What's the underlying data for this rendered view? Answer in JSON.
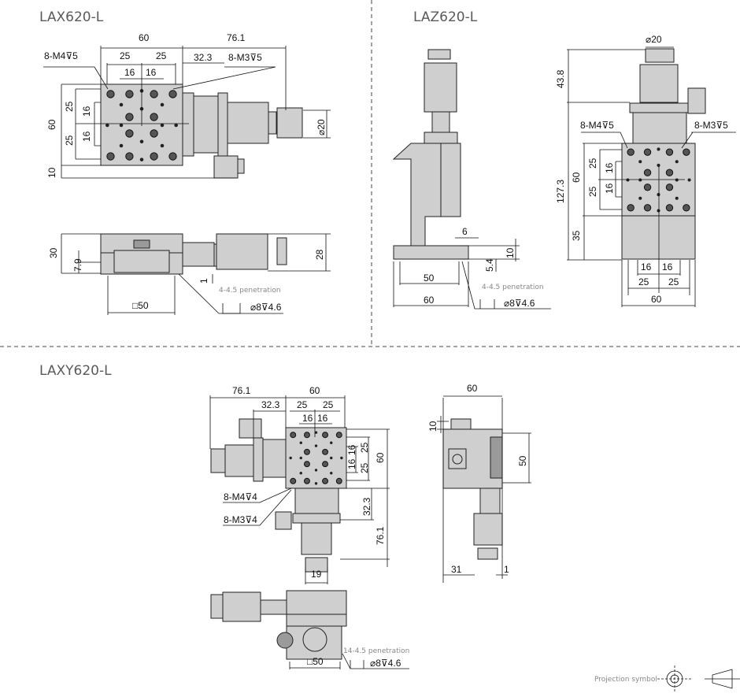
{
  "titles": {
    "lax": "LAX620-L",
    "laz": "LAZ620-L",
    "laxy": "LAXY620-L"
  },
  "lax_top": {
    "w60": "60",
    "w761": "76.1",
    "w25a": "25",
    "w25b": "25",
    "w323": "32.3",
    "m4": "8-M4⊽5",
    "m3": "8-M3⊽5",
    "w16a": "16",
    "w16b": "16",
    "h60": "60",
    "h25a": "25",
    "h16a": "16",
    "h16b": "16",
    "h25b": "25",
    "h10": "10",
    "d20": "⌀20"
  },
  "lax_side": {
    "h30": "30",
    "h79": "7.9",
    "h28": "28",
    "h1": "1",
    "sq50": "□50",
    "pen": "4-4.5 penetration",
    "cb": "⌀8⊽4.6"
  },
  "laz_side": {
    "w6": "6",
    "h10": "10",
    "h54": "5.4",
    "w50": "50",
    "w60": "60",
    "pen": "4-4.5 penetration",
    "cb": "⌀8⊽4.6"
  },
  "laz_front": {
    "d20": "⌀20",
    "h438": "43.8",
    "h1273": "127.3",
    "h60": "60",
    "h25a": "25",
    "h16a": "16",
    "h25b": "25",
    "h16b": "16",
    "h35": "35",
    "m4": "8-M4⊽5",
    "m3": "8-M3⊽5",
    "w16a": "16",
    "w16b": "16",
    "w25a": "25",
    "w25b": "25",
    "w60": "60"
  },
  "laxy_top": {
    "w761": "76.1",
    "w60": "60",
    "w323": "32.3",
    "w25a": "25",
    "w25b": "25",
    "w16a": "16",
    "w16b": "16",
    "r16a": "16",
    "r25a": "25",
    "r16b": "16",
    "r25b": "25",
    "r60": "60",
    "r323": "32.3",
    "r761": "76.1",
    "w19": "19",
    "m4": "8-M4⊽4",
    "m3": "8-M3⊽4"
  },
  "laxy_side": {
    "w60": "60",
    "h10": "10",
    "h50": "50",
    "w31": "31",
    "w1": "1"
  },
  "laxy_front": {
    "sq50": "□50",
    "pen": "14-4.5 penetration",
    "cb": "⌀8⊽4.6"
  },
  "projection": {
    "label": "Projection symbol"
  }
}
